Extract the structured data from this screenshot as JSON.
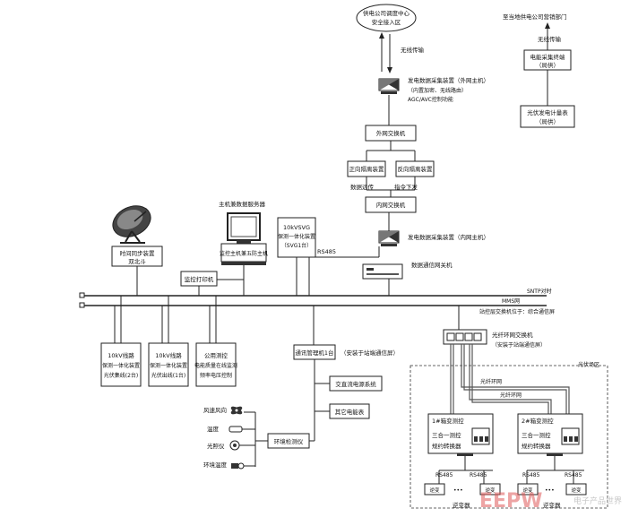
{
  "top_center": {
    "dispatch_center": [
      "供电公司调度中心",
      "安全接入区"
    ],
    "wireless": "无线传输",
    "collector_external": "发电数据采集装置（外网主机）",
    "collector_external_sub": [
      "（内置加密、无线路由）",
      "AGC/AVC控制功能"
    ],
    "external_switch": "外网交换机",
    "forward_isolation": "正向隔离装置",
    "reverse_isolation": "反向隔离装置",
    "data_upload": "数据远传",
    "cmd_down": "指令下发",
    "internal_switch": "内网交换机",
    "collector_internal": "发电数据采集装置（内网主机）",
    "rs485_main": "RS485",
    "comm_gateway": "数据通信网关机"
  },
  "top_right": {
    "marketing_dept": "至当地供电公司营销部门",
    "wireless": "无线传输",
    "energy_terminal": [
      "电能采集终端",
      "（局供）"
    ],
    "pv_meter": [
      "光伏发电计量表",
      "（局供）"
    ]
  },
  "left_top": {
    "gps_label": [
      "时间同步装置",
      "双北斗"
    ],
    "server_title": "主机兼数据服务器",
    "server_box": "监控主机兼五防主机",
    "printer": "监控打印机",
    "svg_box": [
      "10kVSVG",
      "保测一体化装置",
      "（SVG1台）"
    ]
  },
  "bus": {
    "sntp": "SNTP对时",
    "mms": "MMS网",
    "note": "站控层交换机位于：综合通信屏"
  },
  "bays": [
    [
      "10kV线路",
      "保测一体化装置",
      "光伏集线(2台)"
    ],
    [
      "10kV线路",
      "保测一体化装置",
      "光伏出线(1台)"
    ],
    [
      "公用测控",
      "电能质量在线监测",
      "频率电压控制"
    ]
  ],
  "comm_mgmt": {
    "title": "通讯管理机1台",
    "note": "（安装于站端通信屏）",
    "ac_dc": "交直流电源系统",
    "other_meters": "其它电能表"
  },
  "env": {
    "items": [
      "风速风向",
      "温度",
      "光照仪",
      "环境温度"
    ],
    "monitor": "环境检测仪"
  },
  "ring": {
    "switch": "光纤环网交换机",
    "switch_note": "（安装于站端通信屏）",
    "area": "光伏场区",
    "fiber1": "光纤环网",
    "fiber2": "光纤环网",
    "box1_title": "1#箱变测控",
    "box2_title": "2#箱变测控",
    "box_inner": [
      "三合一测控",
      "规约转换器"
    ],
    "rs485": "RS485",
    "inverter": "逆变器",
    "unit": "逆变"
  },
  "watermark": {
    "logo": "EEPW",
    "text": "电子产品世界"
  }
}
